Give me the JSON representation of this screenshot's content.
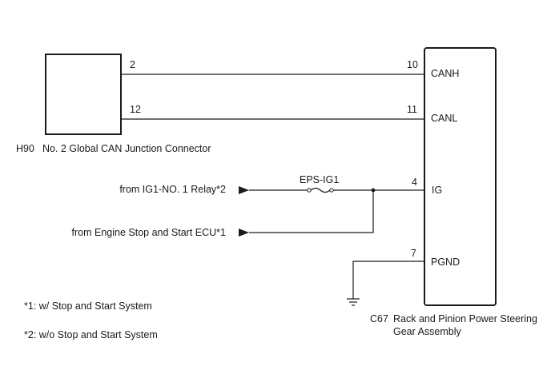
{
  "connectors": {
    "junction": {
      "code": "H90",
      "name": "No. 2 Global CAN Junction Connector"
    },
    "steering": {
      "code": "C67",
      "name_line1": "Rack and Pinion Power Steering",
      "name_line2": "Gear Assembly"
    }
  },
  "junction_pins": {
    "canh": "2",
    "canl": "12"
  },
  "steering_pins": {
    "canh": {
      "number": "10",
      "label": "CANH"
    },
    "canl": {
      "number": "11",
      "label": "CANL"
    },
    "ig": {
      "number": "4",
      "label": "IG"
    },
    "pgnd": {
      "number": "7",
      "label": "PGND"
    }
  },
  "fuse": {
    "label": "EPS-IG1"
  },
  "sources": {
    "relay": "from IG1-NO. 1 Relay*2",
    "ecu": "from Engine Stop and Start ECU*1"
  },
  "notes": {
    "note1": "*1: w/ Stop and Start System",
    "note2": "*2: w/o Stop and Start System"
  }
}
